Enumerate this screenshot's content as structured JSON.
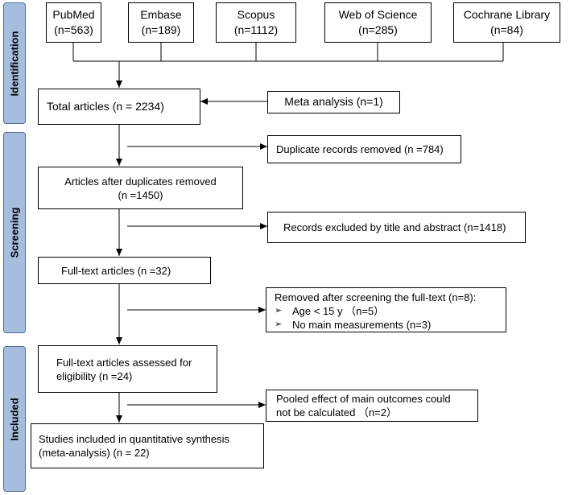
{
  "stages": {
    "identification": "Identification",
    "screening": "Screening",
    "included": "Included"
  },
  "sources": [
    {
      "name": "PubMed",
      "count": "(n=563)"
    },
    {
      "name": "Embase",
      "count": "(n=189)"
    },
    {
      "name": "Scopus",
      "count": "(n=1112)"
    },
    {
      "name": "Web of Science",
      "count": "(n=285)"
    },
    {
      "name": "Cochrane Library",
      "count": "(n=84)"
    }
  ],
  "main": {
    "total": "Total articles (n = 2234)",
    "after_duplicates_line1": "Articles after duplicates removed",
    "after_duplicates_line2": "(n =1450)",
    "full_text": "Full-text articles (n =32)",
    "assessed_line1": "Full-text articles assessed for",
    "assessed_line2": "eligibility (n =24)",
    "included_line1": "Studies included in quantitative synthesis",
    "included_line2": "(meta-analysis) (n = 22)"
  },
  "side": {
    "meta_analysis": "Meta analysis (n=1)",
    "duplicates_removed": "Duplicate records removed (n =784)",
    "excluded_title_abstract": "Records excluded by title and abstract (n=1418)",
    "removed_fulltext_title": "Removed after screening the full-text (n=8):",
    "removed_fulltext_items": [
      "Age < 15 y （n=5）",
      "No main measurements (n=3)"
    ],
    "bullet_symbol": "➢",
    "pooled_line1": "Pooled effect of main outcomes could",
    "pooled_line2": "not be calculated （n=2）"
  },
  "colors": {
    "stage_fill": "#a6bddd",
    "stage_border": "#4f6e97",
    "line": "#000000"
  }
}
